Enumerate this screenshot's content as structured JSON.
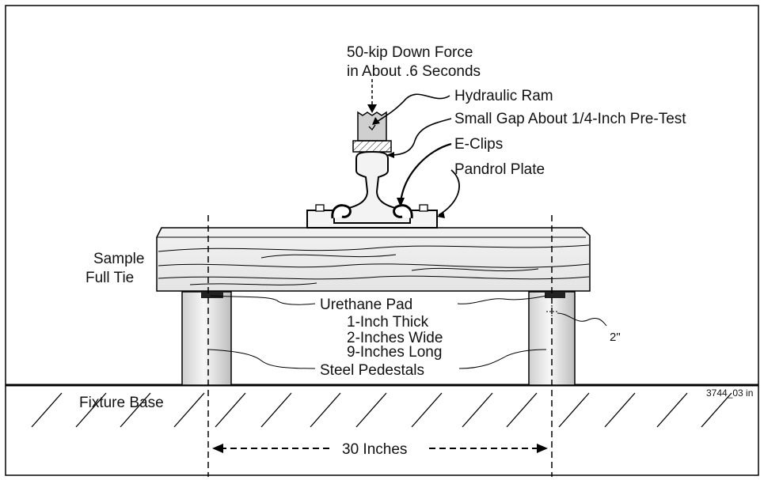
{
  "labels": {
    "force_line1": "50-kip Down Force",
    "force_line2": "in About .6 Seconds",
    "hydraulic_ram": "Hydraulic Ram",
    "small_gap": "Small Gap About 1/4-Inch Pre-Test",
    "e_clips": "E-Clips",
    "pandrol_plate": "Pandrol Plate",
    "sample_line1": "Sample",
    "sample_line2": "Full Tie",
    "urethane_pad": "Urethane Pad",
    "thick": "1-Inch Thick",
    "wide": "2-Inches Wide",
    "long": "9-Inches Long",
    "steel_pedestals": "Steel Pedestals",
    "fixture_base": "Fixture Base",
    "spacing": "30 Inches",
    "offset": "2\"",
    "figure_id": "3744_03 in"
  }
}
